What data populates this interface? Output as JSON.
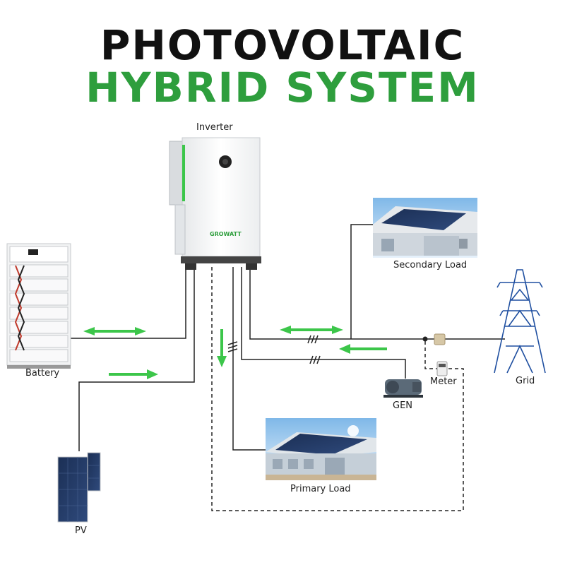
{
  "title": {
    "line1": "PHOTOVOLTAIC",
    "line2": "HYBRID SYSTEM"
  },
  "colors": {
    "accent": "#2e9e3d",
    "arrow": "#3cc64a",
    "line": "#222222"
  },
  "labels": {
    "inverter": "Inverter",
    "battery": "Battery",
    "pv": "PV",
    "secondary_load": "Secondary Load",
    "primary_load": "Primary Load",
    "gen": "GEN",
    "meter": "Meter",
    "grid": "Grid"
  },
  "inverter_brand": "GROWATT",
  "icons": [
    "inverter",
    "battery-rack",
    "pv-panel",
    "factory-solar-roof",
    "generator",
    "meter",
    "transmission-tower"
  ]
}
